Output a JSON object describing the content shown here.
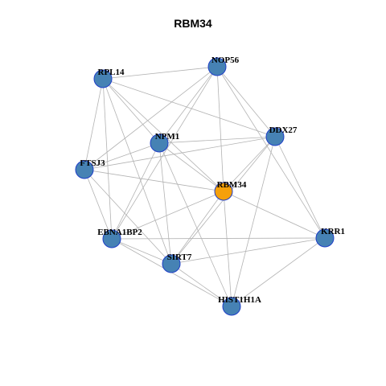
{
  "title": "RBM34",
  "colors": {
    "node_default": "#4682b4",
    "node_focus": "#f5a00a",
    "node_stroke": "#1f3fc8",
    "edge": "#b3b3b3"
  },
  "nodes": [
    {
      "id": "RPL14",
      "label": "RPL14",
      "focus": false
    },
    {
      "id": "NOP56",
      "label": "NOP56",
      "focus": false
    },
    {
      "id": "DDX27",
      "label": "DDX27",
      "focus": false
    },
    {
      "id": "NPM1",
      "label": "NPM1",
      "focus": false
    },
    {
      "id": "FTSJ3",
      "label": "FTSJ3",
      "focus": false
    },
    {
      "id": "RBM34",
      "label": "RBM34",
      "focus": true
    },
    {
      "id": "EBNA1BP2",
      "label": "EBNA1BP2",
      "focus": false
    },
    {
      "id": "KRR1",
      "label": "KRR1",
      "focus": false
    },
    {
      "id": "SIRT7",
      "label": "SIRT7",
      "focus": false
    },
    {
      "id": "HIST1H1A",
      "label": "HIST1H1A",
      "focus": false
    }
  ],
  "edges": [
    [
      "RPL14",
      "NOP56"
    ],
    [
      "RPL14",
      "NPM1"
    ],
    [
      "RPL14",
      "DDX27"
    ],
    [
      "RPL14",
      "FTSJ3"
    ],
    [
      "RPL14",
      "EBNA1BP2"
    ],
    [
      "RPL14",
      "SIRT7"
    ],
    [
      "RPL14",
      "RBM34"
    ],
    [
      "NOP56",
      "DDX27"
    ],
    [
      "NOP56",
      "NPM1"
    ],
    [
      "NOP56",
      "FTSJ3"
    ],
    [
      "NOP56",
      "RBM34"
    ],
    [
      "NOP56",
      "KRR1"
    ],
    [
      "NOP56",
      "EBNA1BP2"
    ],
    [
      "DDX27",
      "NPM1"
    ],
    [
      "DDX27",
      "FTSJ3"
    ],
    [
      "DDX27",
      "RBM34"
    ],
    [
      "DDX27",
      "KRR1"
    ],
    [
      "DDX27",
      "SIRT7"
    ],
    [
      "DDX27",
      "HIST1H1A"
    ],
    [
      "NPM1",
      "FTSJ3"
    ],
    [
      "NPM1",
      "RBM34"
    ],
    [
      "NPM1",
      "EBNA1BP2"
    ],
    [
      "NPM1",
      "SIRT7"
    ],
    [
      "NPM1",
      "HIST1H1A"
    ],
    [
      "FTSJ3",
      "RBM34"
    ],
    [
      "FTSJ3",
      "EBNA1BP2"
    ],
    [
      "FTSJ3",
      "SIRT7"
    ],
    [
      "RBM34",
      "EBNA1BP2"
    ],
    [
      "RBM34",
      "KRR1"
    ],
    [
      "RBM34",
      "SIRT7"
    ],
    [
      "RBM34",
      "HIST1H1A"
    ],
    [
      "EBNA1BP2",
      "KRR1"
    ],
    [
      "EBNA1BP2",
      "SIRT7"
    ],
    [
      "EBNA1BP2",
      "HIST1H1A"
    ],
    [
      "SIRT7",
      "KRR1"
    ],
    [
      "SIRT7",
      "HIST1H1A"
    ],
    [
      "KRR1",
      "HIST1H1A"
    ]
  ]
}
